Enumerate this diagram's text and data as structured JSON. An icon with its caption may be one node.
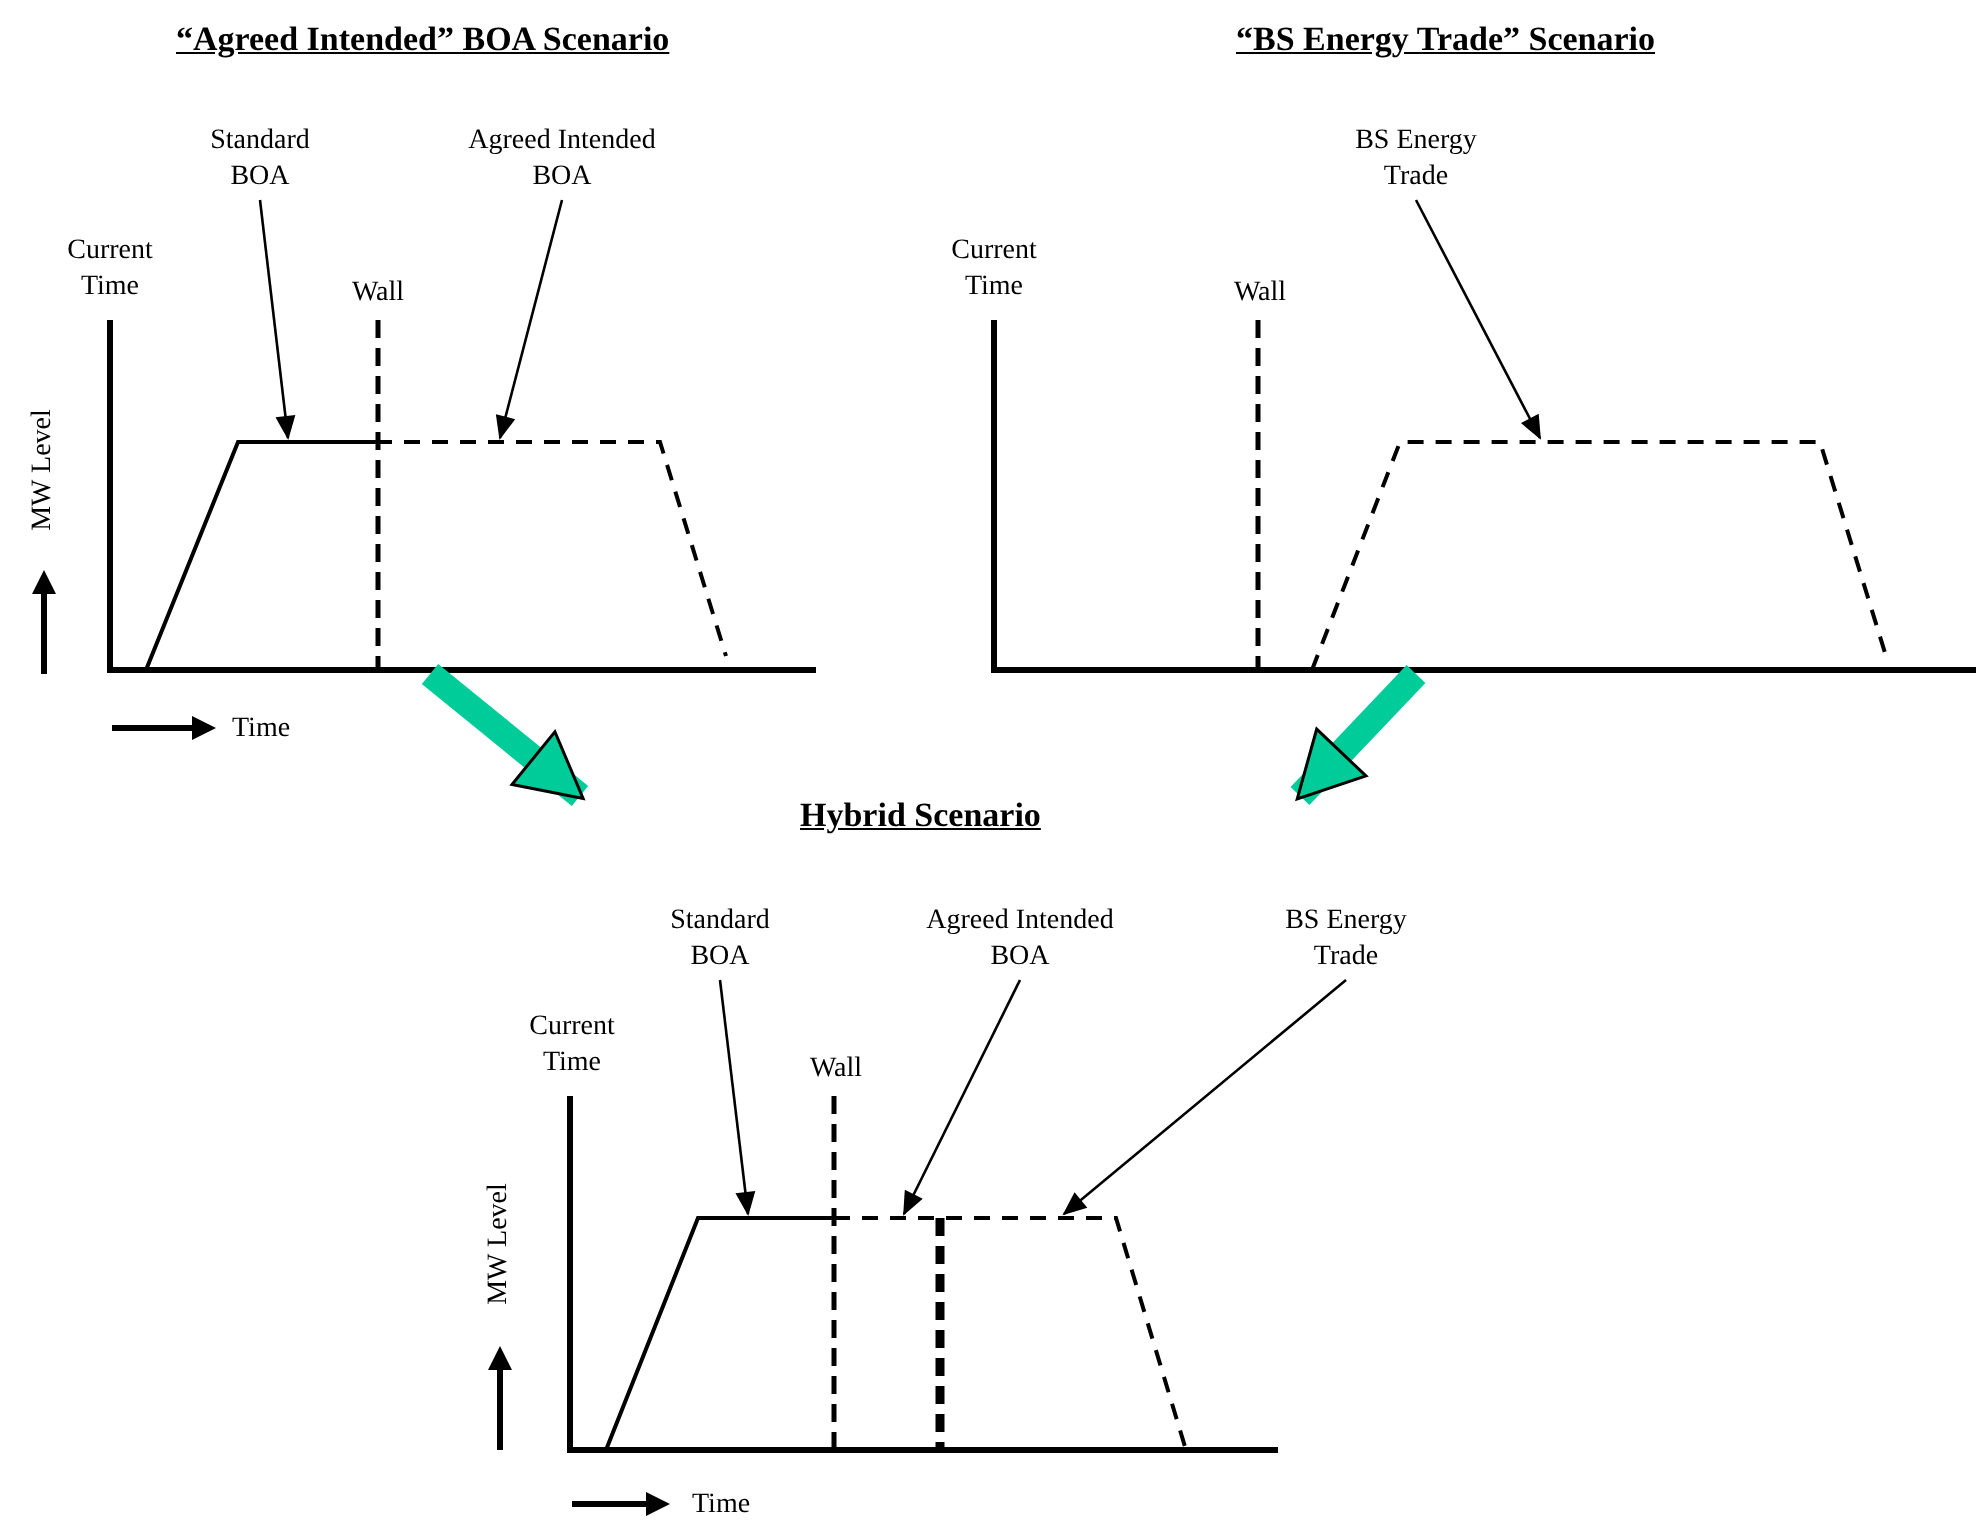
{
  "diagram": {
    "nodes": [
      {
        "text": [
          "“Agreed Intended” BOA Scenario"
        ]
      },
      {
        "text": [
          "“BS Energy Trade” Scenario"
        ]
      },
      {
        "text": [
          "Hybrid Scenario"
        ]
      },
      {
        "text": [
          "Standard BOA"
        ],
        "in": 0
      },
      {
        "text": [
          "Agreed Intended BOA"
        ],
        "in": 0
      },
      {
        "text": [
          "BS Energy Trade"
        ],
        "in": 1
      },
      {
        "text": [
          "Standard BOA"
        ],
        "in": 2
      },
      {
        "text": [
          "Agreed Intended BOA"
        ],
        "in": 2
      },
      {
        "text": [
          "BS Energy Trade"
        ],
        "in": 2
      }
    ],
    "edges": [
      {
        "from": 0,
        "to": 2,
        "arrow": "to",
        "style": "thick",
        "color": "#00cc99"
      },
      {
        "from": 1,
        "to": 2,
        "arrow": "to",
        "style": "thick",
        "color": "#00cc99"
      },
      {
        "from": 3,
        "to": null,
        "arrow": "to"
      },
      {
        "from": 4,
        "to": null,
        "arrow": "to"
      },
      {
        "from": 5,
        "to": null,
        "arrow": "to"
      },
      {
        "from": 6,
        "to": null,
        "arrow": "to"
      },
      {
        "from": 7,
        "to": null,
        "arrow": "to"
      },
      {
        "from": 8,
        "to": null,
        "arrow": "to"
      }
    ],
    "labels": [
      "Current Time",
      "Wall",
      "MW Level",
      "Time",
      "Current Time",
      "Wall",
      "Current Time",
      "Wall",
      "MW Level",
      "Time"
    ]
  }
}
